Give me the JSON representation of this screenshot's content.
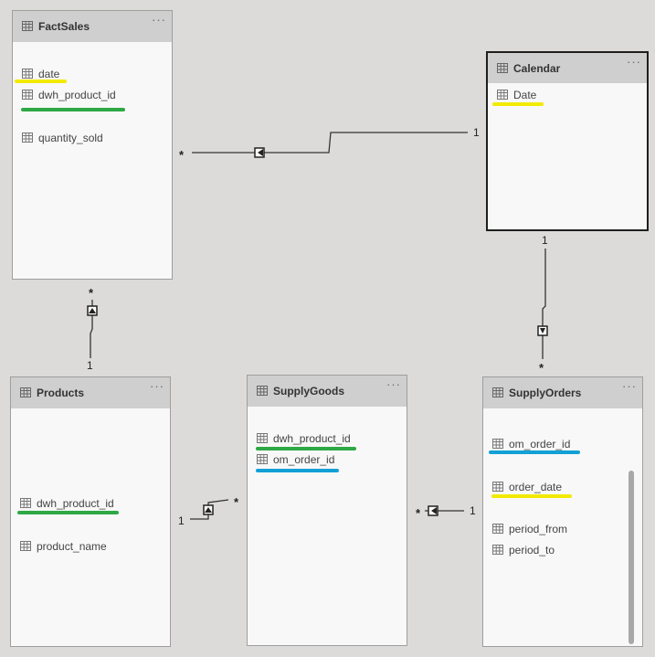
{
  "tables": {
    "factsales": {
      "title": "FactSales",
      "more": "···",
      "fields": [
        "date",
        "dwh_product_id",
        "quantity_sold"
      ]
    },
    "calendar": {
      "title": "Calendar",
      "more": "···",
      "fields": [
        "Date"
      ]
    },
    "products": {
      "title": "Products",
      "more": "···",
      "fields": [
        "dwh_product_id",
        "product_name"
      ]
    },
    "supplygoods": {
      "title": "SupplyGoods",
      "more": "···",
      "fields": [
        "dwh_product_id",
        "om_order_id"
      ]
    },
    "supplyorders": {
      "title": "SupplyOrders",
      "more": "···",
      "fields": [
        "om_order_id",
        "order_date",
        "period_from",
        "period_to"
      ]
    }
  },
  "relationships": {
    "factsales_calendar": {
      "many": "*",
      "one": "1"
    },
    "factsales_products": {
      "many": "*",
      "one": "1"
    },
    "calendar_supplyorders": {
      "one": "1",
      "many": "*"
    },
    "products_supplygoods": {
      "one": "1",
      "many": "*"
    },
    "supplygoods_supplyorders": {
      "many": "*",
      "one": "1"
    }
  },
  "highlight_colors": {
    "date_keys": "#f2ea00",
    "product_keys": "#2ea844",
    "order_keys": "#12a0d6"
  }
}
